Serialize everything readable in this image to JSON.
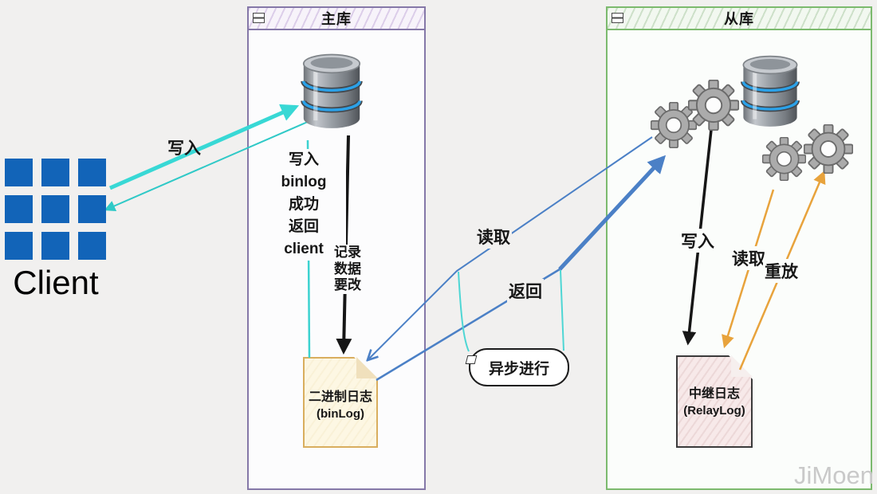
{
  "client": {
    "label": "Client"
  },
  "master": {
    "title": "主库",
    "write_label": "写入",
    "note_lines": [
      "写入",
      "binlog",
      "成功",
      "返回",
      "client"
    ],
    "record_lines": [
      "记录",
      "数据",
      "要改"
    ],
    "doc_title": "二进制日志",
    "doc_subtitle": "(binLog)"
  },
  "middle": {
    "read_label": "读取",
    "return_label": "返回",
    "async_label": "异步进行"
  },
  "slave": {
    "title": "从库",
    "write_label": "写入",
    "read_label": "读取",
    "replay_label": "重放",
    "doc_title": "中继日志",
    "doc_subtitle": "(RelayLog)"
  },
  "watermark": "JiMoen",
  "colors": {
    "client_blue": "#1264b8",
    "cyan_arrow": "#35d4d2",
    "blue_arrow": "#4b80c6",
    "orange_arrow": "#e8a33c",
    "black_arrow": "#161616",
    "master_border": "#8578a8",
    "slave_border": "#7cba6e",
    "binlog_paper": "#fdf7e3",
    "binlog_border": "#d9ae5e",
    "relay_paper": "#f7e9e9"
  }
}
